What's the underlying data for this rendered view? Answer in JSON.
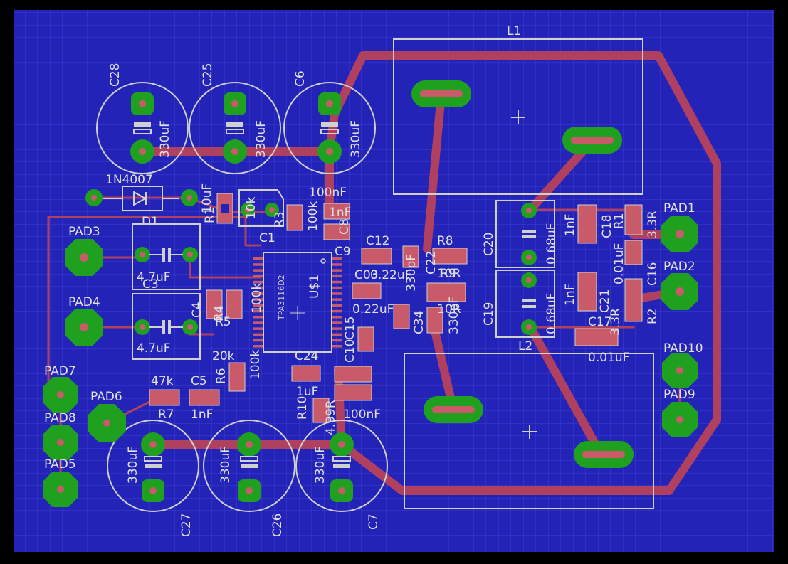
{
  "board": {
    "colors": {
      "background": "#000000",
      "board": "#2323b8",
      "grid": "#3a3ad0",
      "trace": "#b04060",
      "pad": "#1fa01f",
      "silkscreen": "#d0d0d0"
    }
  },
  "inductors": {
    "l1": "L1",
    "l2": "L2"
  },
  "capacitors_big": {
    "c28": {
      "ref": "C28",
      "value": "330uF"
    },
    "c25": {
      "ref": "C25",
      "value": "330uF"
    },
    "c6": {
      "ref": "C6",
      "value": "330uF"
    },
    "c27": {
      "ref": "C27",
      "value": "330uF"
    },
    "c26": {
      "ref": "C26",
      "value": "330uF"
    },
    "c7": {
      "ref": "C7",
      "value": "330uF"
    }
  },
  "diode": {
    "value": "1N4007",
    "ref": "D1"
  },
  "pads": {
    "pad1": "PAD1",
    "pad2": "PAD2",
    "pad3": "PAD3",
    "pad4": "PAD4",
    "pad5": "PAD5",
    "pad6": "PAD6",
    "pad7": "PAD7",
    "pad8": "PAD8",
    "pad9": "PAD9",
    "pad10": "PAD10"
  },
  "ic": {
    "ref": "U$1",
    "part": "TPA3116D2"
  },
  "caps_film": {
    "c3": {
      "ref": "C3",
      "value": "4.7uF"
    },
    "c4": {
      "ref": "C4",
      "value": "4.7uF"
    },
    "c20": {
      "ref": "C20",
      "value": "0.68uF"
    },
    "c19": {
      "ref": "C19",
      "value": "0.68uF"
    }
  },
  "small_labels": {
    "c1": "C1",
    "c1_value": "10uF",
    "r1": "R1",
    "r1_value": "10k",
    "r3": "R3",
    "r3_value": "100k",
    "c100nf": "100nF",
    "c8": "C8",
    "c8_value": "1nF",
    "c9": "C9",
    "c12": "C12",
    "c22": "C22",
    "c22_value": "330pF",
    "c03": "C03",
    "c03_value": "0.22uF",
    "r8": "R8",
    "r8_value": "10R",
    "r9": "R9",
    "r9_value": "10R",
    "c024": "0.22uF",
    "c34": "C34",
    "c330p": "330pF",
    "r4": "R4",
    "r5": "R5",
    "r5_value": "20k",
    "r4_value": "100k",
    "r6": "R6",
    "r6_value": "100k",
    "c15": "C15",
    "c10": "C10",
    "c24": "C24",
    "c24_value": "1uF",
    "r10": "R10",
    "r10_value": "4.99R",
    "c11_value": "100nF",
    "r7": "R7",
    "r7_value": "47k",
    "c5": "C5",
    "c5_value": "1nF",
    "c18": "C18",
    "c18_value": "1nF",
    "r11": "R1",
    "r11_value": "3.3R",
    "c16": "C16",
    "c16_value": "0.01uF",
    "c21": "C21",
    "c21_value": "1nF",
    "r2": "R2",
    "r2_value": "3.3R",
    "c17": "C17",
    "c17_value": "0.01uF"
  }
}
